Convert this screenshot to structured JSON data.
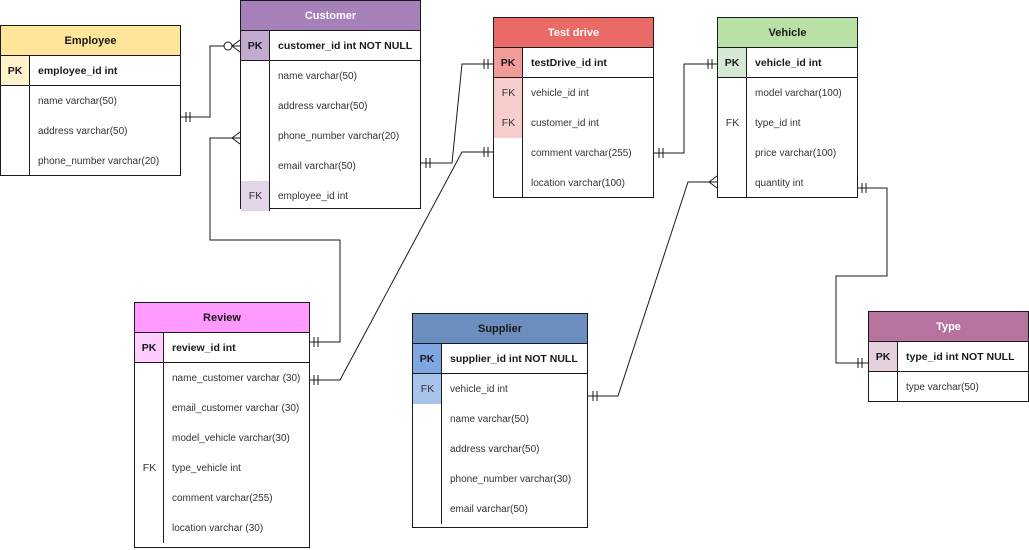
{
  "colors": {
    "line": "#1a1a1a",
    "employee": {
      "header": "#ffe599",
      "pk": "#fff2cc",
      "fk": "#fff2cc"
    },
    "customer": {
      "header": "#a680b8",
      "pk": "#c3abd0",
      "fk": "#e1d5e7"
    },
    "test_drive": {
      "header": "#ea6b66",
      "pk": "#f19c99",
      "fk": "#f8cecc"
    },
    "vehicle": {
      "header": "#b9e0a5",
      "pk": "#d5e8d4",
      "fk": "#ffffff"
    },
    "review": {
      "header": "#ff99ff",
      "pk": "#ffccff",
      "fk": "#ffffff"
    },
    "supplier": {
      "header": "#6c8ebf",
      "pk": "#7ea6e0",
      "fk": "#a9c4eb"
    },
    "type": {
      "header": "#b5739d",
      "pk": "#e6d0de",
      "fk": "#ffffff"
    }
  },
  "entities": {
    "employee": {
      "title": "Employee",
      "pk": {
        "key": "PK",
        "field": "employee_id int"
      },
      "rows": [
        {
          "key": "",
          "field": "name varchar(50)"
        },
        {
          "key": "",
          "field": "address varchar(50)"
        },
        {
          "key": "",
          "field": "phone_number  varchar(20)"
        }
      ]
    },
    "customer": {
      "title": "Customer",
      "pk": {
        "key": "PK",
        "field": "customer_id int NOT NULL"
      },
      "rows": [
        {
          "key": "",
          "field": "name varchar(50)"
        },
        {
          "key": "",
          "field": "address varchar(50)"
        },
        {
          "key": "",
          "field": "phone_number varchar(20)"
        },
        {
          "key": "",
          "field": "email varchar(50)"
        },
        {
          "key": "FK",
          "field": "employee_id int"
        }
      ]
    },
    "test_drive": {
      "title": "Test drive",
      "pk": {
        "key": "PK",
        "field": "testDrive_id int"
      },
      "rows": [
        {
          "key": "FK",
          "field": "vehicle_id int"
        },
        {
          "key": "FK",
          "field": "customer_id int"
        },
        {
          "key": "",
          "field": "comment varchar(255)"
        },
        {
          "key": "",
          "field": "location varchar(100)"
        }
      ]
    },
    "vehicle": {
      "title": "Vehicle",
      "pk": {
        "key": "PK",
        "field": "vehicle_id int"
      },
      "rows": [
        {
          "key": "",
          "field": "model varchar(100)"
        },
        {
          "key": "FK",
          "field": "type_id int"
        },
        {
          "key": "",
          "field": "price varchar(100)"
        },
        {
          "key": "",
          "field": "quantity int"
        }
      ]
    },
    "review": {
      "title": "Review",
      "pk": {
        "key": "PK",
        "field": "review_id int"
      },
      "rows": [
        {
          "key": "",
          "field": "name_customer varchar (30)"
        },
        {
          "key": "",
          "field": "email_customer varchar (30)"
        },
        {
          "key": "",
          "field": "model_vehicle varchar(30)"
        },
        {
          "key": "FK",
          "field": "type_vehicle int"
        },
        {
          "key": "",
          "field": "comment varchar(255)"
        },
        {
          "key": "",
          "field": " location varchar (30)"
        }
      ]
    },
    "supplier": {
      "title": "Supplier",
      "pk": {
        "key": "PK",
        "field": "supplier_id int NOT NULL"
      },
      "rows": [
        {
          "key": "FK",
          "field": "vehicle_id int"
        },
        {
          "key": "",
          "field": "name varchar(50)"
        },
        {
          "key": "",
          "field": "address varchar(50)"
        },
        {
          "key": "",
          "field": "phone_number varchar(30)"
        },
        {
          "key": "",
          "field": "email varchar(50)"
        }
      ]
    },
    "type": {
      "title": "Type",
      "pk": {
        "key": "PK",
        "field": "type_id int NOT NULL"
      },
      "rows": [
        {
          "key": "",
          "field": "type varchar(50)"
        }
      ]
    }
  }
}
